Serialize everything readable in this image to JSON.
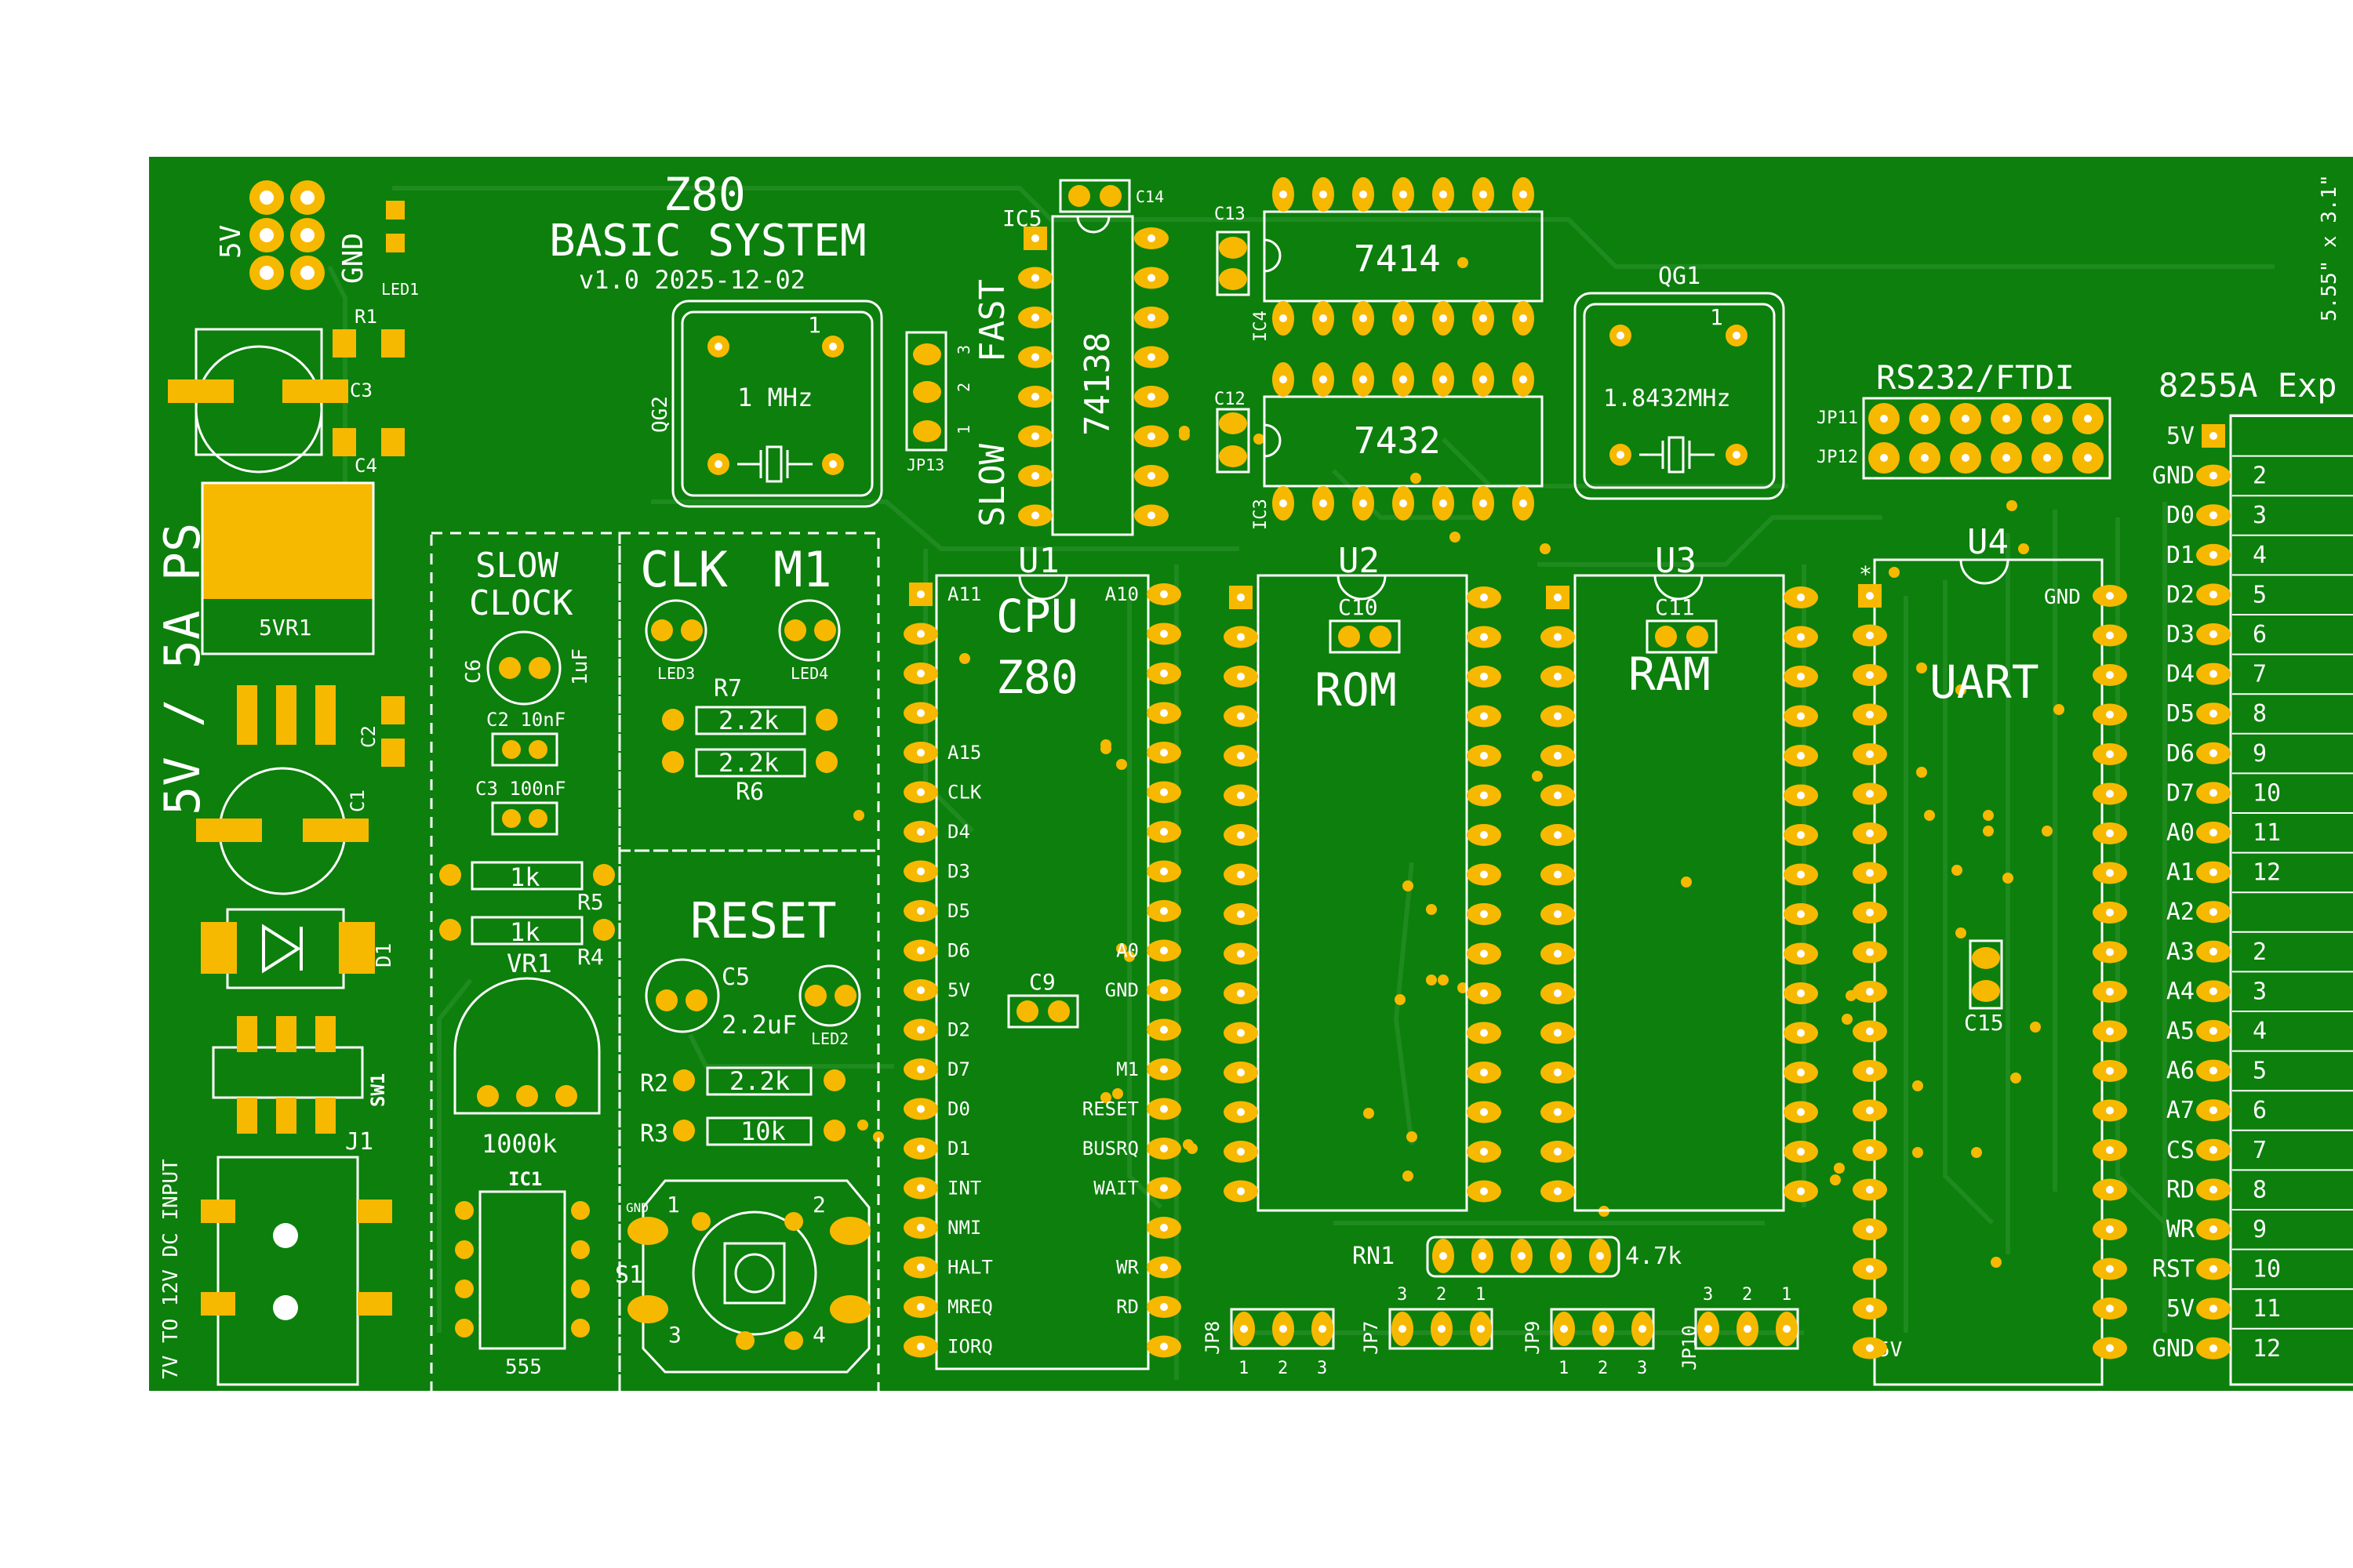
{
  "colors": {
    "board": "#0c7f0c",
    "trace": "#1f8a1f",
    "pad": "#f7b900",
    "silk": "#ffffff",
    "background": "#ffffff"
  },
  "title": {
    "line1": "Z80",
    "line2": "BASIC SYSTEM",
    "version": "v1.0  2025-12-02"
  },
  "size_note": "5.55\" x 3.1\"",
  "power": {
    "ps_label": "5V / 5A PS",
    "input_label": "7V TO 12V DC INPUT",
    "v5": "5V",
    "gnd": "GND"
  },
  "refs": {
    "led1": "LED1",
    "r1": "R1",
    "c3": "C3",
    "c4": "C4",
    "vr5": "5VR1",
    "c2": "C2",
    "c1": "C1",
    "d1": "D1",
    "sw1": "SW1",
    "j1": "J1",
    "c6": "C6",
    "c6v": "1uF",
    "c2v": "C2 10nF",
    "c3v": "C3 100nF",
    "r5": "R5",
    "r4": "R4",
    "k1": "1k",
    "vr1": "VR1",
    "k1000": "1000k",
    "ic1": "IC1",
    "ic555": "555",
    "led3": "LED3",
    "led4": "LED4",
    "r7": "R7",
    "r6": "R6",
    "k22": "2.2k",
    "c5": "C5",
    "c5v": "2.2uF",
    "led2": "LED2",
    "r2": "R2",
    "r3": "R3",
    "k10": "10k",
    "s1": "S1",
    "qg2": "QG2",
    "qg2v": "1 MHz",
    "ic5": "IC5",
    "c14": "C14",
    "ic74138": "74138",
    "jp13": "JP13",
    "c13": "C13",
    "ic4": "IC4",
    "ic7414": "7414",
    "c12": "C12",
    "ic3": "IC3",
    "ic7432": "7432",
    "qg1": "QG1",
    "qg1v": "1.8432MHz",
    "rs232": "RS232/FTDI",
    "jp11": "JP11",
    "jp12": "JP12",
    "u1": "U1",
    "cpu": "CPU",
    "z80": "Z80",
    "c9": "C9",
    "u2": "U2",
    "c10": "C10",
    "rom": "ROM",
    "u3": "U3",
    "c11": "C11",
    "ram": "RAM",
    "u4": "U4",
    "uart": "UART",
    "c15": "C15",
    "rn1": "RN1",
    "k47": "4.7k",
    "jp8": "JP8",
    "jp7": "JP7",
    "jp9": "JP9",
    "jp10": "JP10",
    "exp": "8255A Exp",
    "one": "1",
    "two": "2",
    "three": "3",
    "four": "4",
    "star": "*"
  },
  "sections": {
    "slow_clock_1": "SLOW",
    "slow_clock_2": "CLOCK",
    "clk": "CLK",
    "m1": "M1",
    "reset": "RESET",
    "slow": "SLOW",
    "fast": "FAST"
  },
  "cpu_left_pins": [
    "A11",
    "",
    "",
    "",
    "A15",
    "CLK",
    "D4",
    "D3",
    "D5",
    "D6",
    "5V",
    "D2",
    "D7",
    "D0",
    "D1",
    "INT",
    "NMI",
    "HALT",
    "MREQ",
    "IORQ"
  ],
  "cpu_right_pins": [
    "A10",
    "",
    "",
    "",
    "",
    "",
    "",
    "",
    "",
    "A0",
    "GND",
    "",
    "M1",
    "RESET",
    "BUSRQ",
    "WAIT",
    "",
    "WR",
    "RD"
  ],
  "uart_labels": {
    "gnd": "GND",
    "v5": "5V"
  },
  "exp_labels": [
    "5V",
    "GND",
    "D0",
    "D1",
    "D2",
    "D3",
    "D4",
    "D5",
    "D6",
    "D7",
    "A0",
    "A1",
    "A2",
    "A3",
    "A4",
    "A5",
    "A6",
    "A7",
    "CS",
    "RD",
    "WR",
    "RST",
    "5V",
    "GND"
  ],
  "exp_numbers": [
    "",
    "2",
    "3",
    "4",
    "5",
    "6",
    "7",
    "8",
    "9",
    "10",
    "11",
    "12",
    "",
    "2",
    "3",
    "4",
    "5",
    "6",
    "7",
    "8",
    "9",
    "10",
    "11",
    "12"
  ]
}
